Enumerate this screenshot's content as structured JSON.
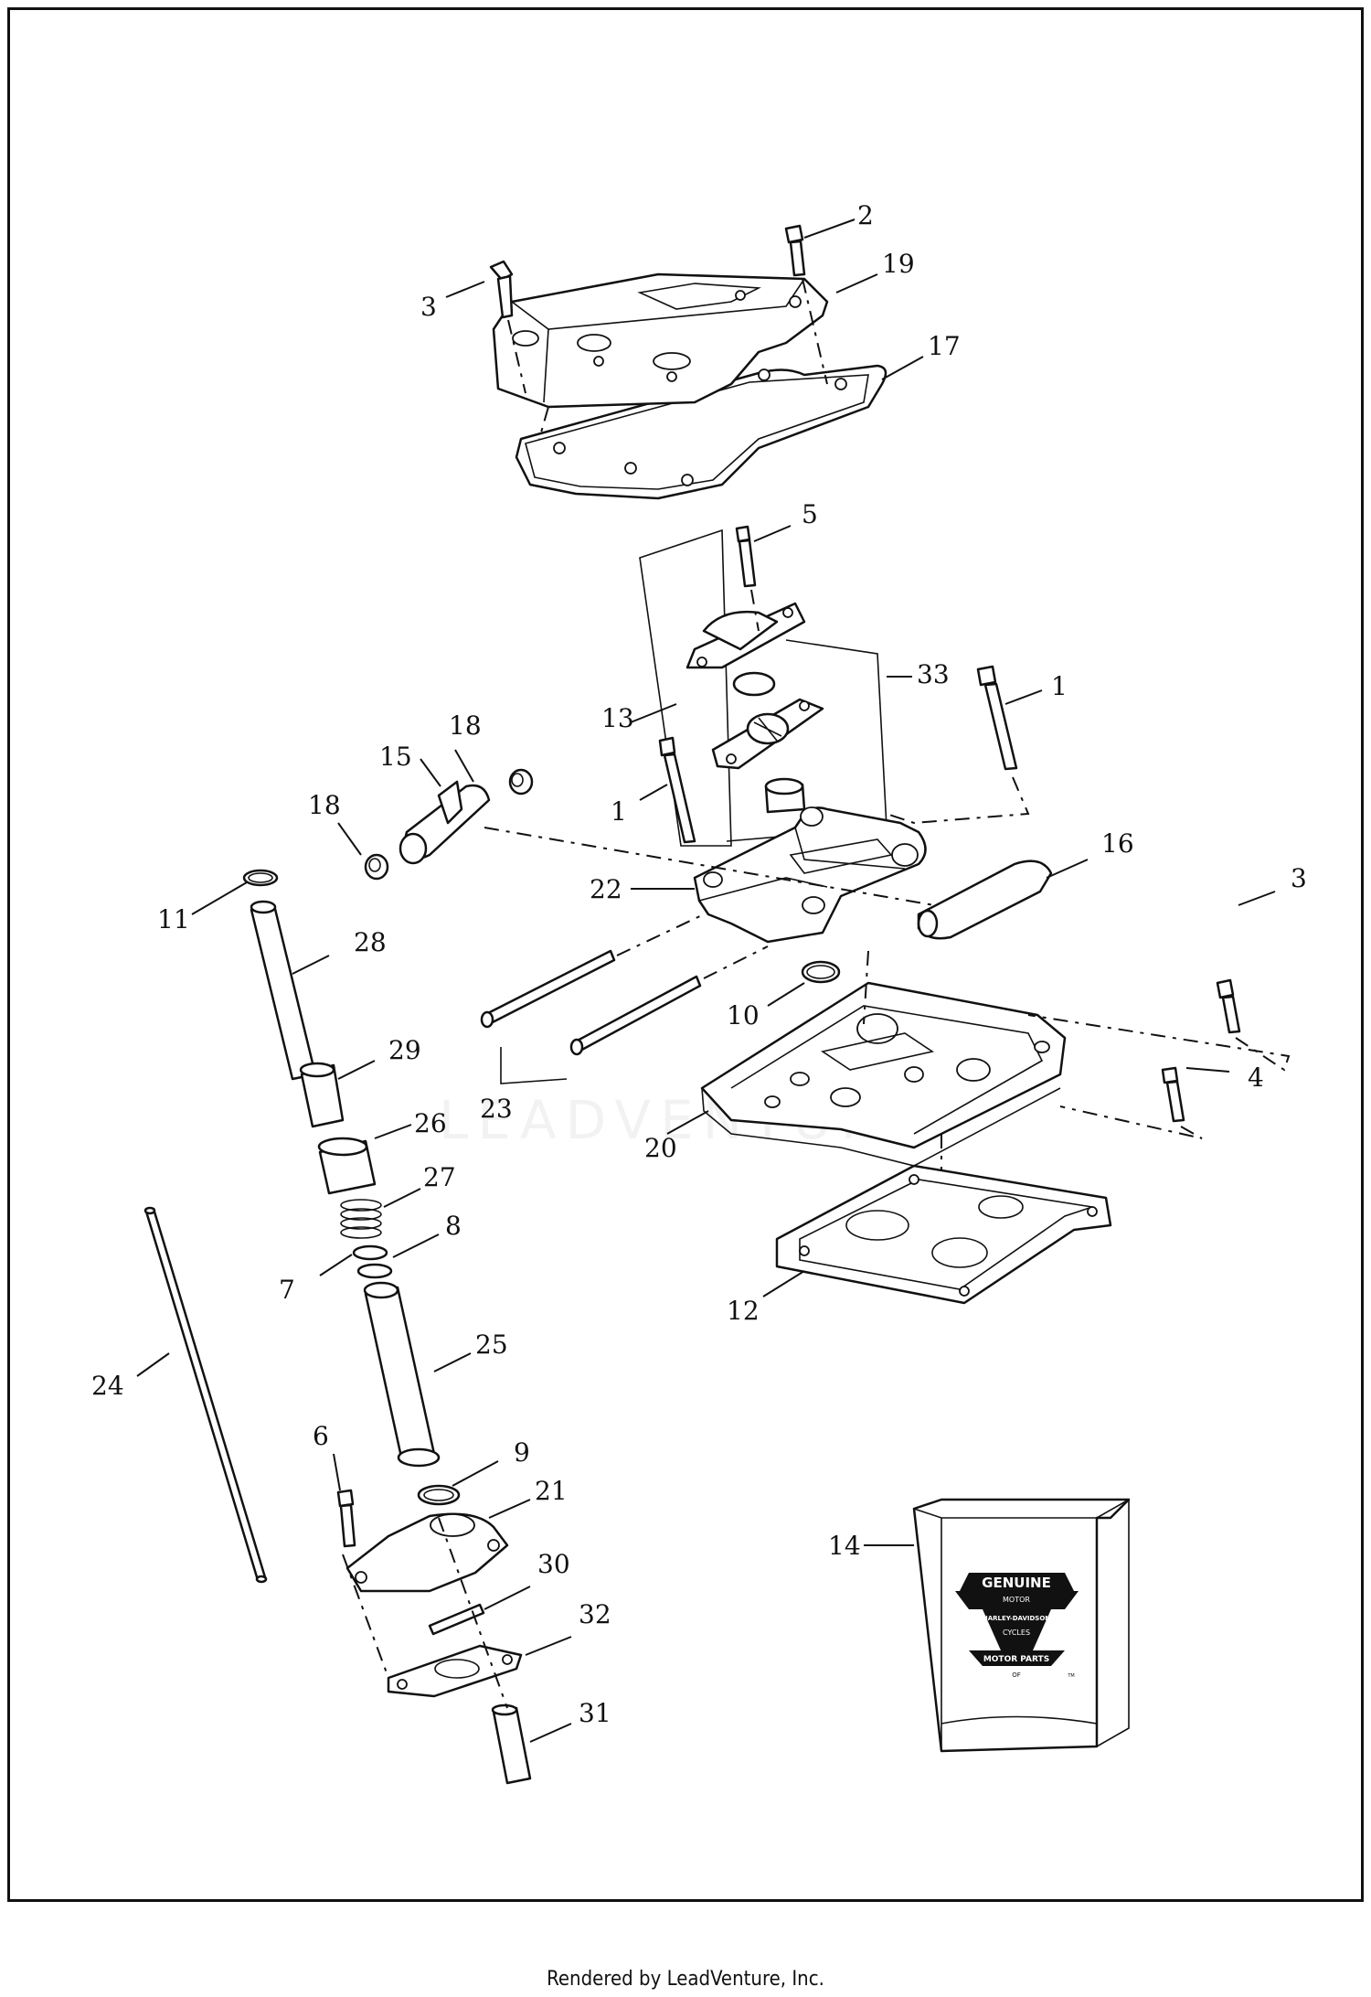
{
  "callouts": {
    "c1a": "1",
    "c1b": "1",
    "c2": "2",
    "c3a": "3",
    "c3b": "3",
    "c4": "4",
    "c5": "5",
    "c6": "6",
    "c7": "7",
    "c8": "8",
    "c9": "9",
    "c10": "10",
    "c11": "11",
    "c12": "12",
    "c13": "13",
    "c14": "14",
    "c15": "15",
    "c16": "16",
    "c17": "17",
    "c18a": "18",
    "c18b": "18",
    "c19": "19",
    "c20": "20",
    "c21": "21",
    "c22": "22",
    "c23": "23",
    "c24": "24",
    "c25": "25",
    "c26": "26",
    "c27": "27",
    "c28": "28",
    "c29": "29",
    "c30": "30",
    "c31": "31",
    "c32": "32",
    "c33": "33"
  },
  "logo": {
    "line1": "GENUINE",
    "line2": "MOTOR",
    "line3": "HARLEY-DAVIDSON",
    "line4": "CYCLES",
    "line5": "MOTOR PARTS",
    "line6": "OF",
    "tm": "TM"
  },
  "watermark": "LEADVENTURE",
  "footer": "Rendered by LeadVenture, Inc."
}
